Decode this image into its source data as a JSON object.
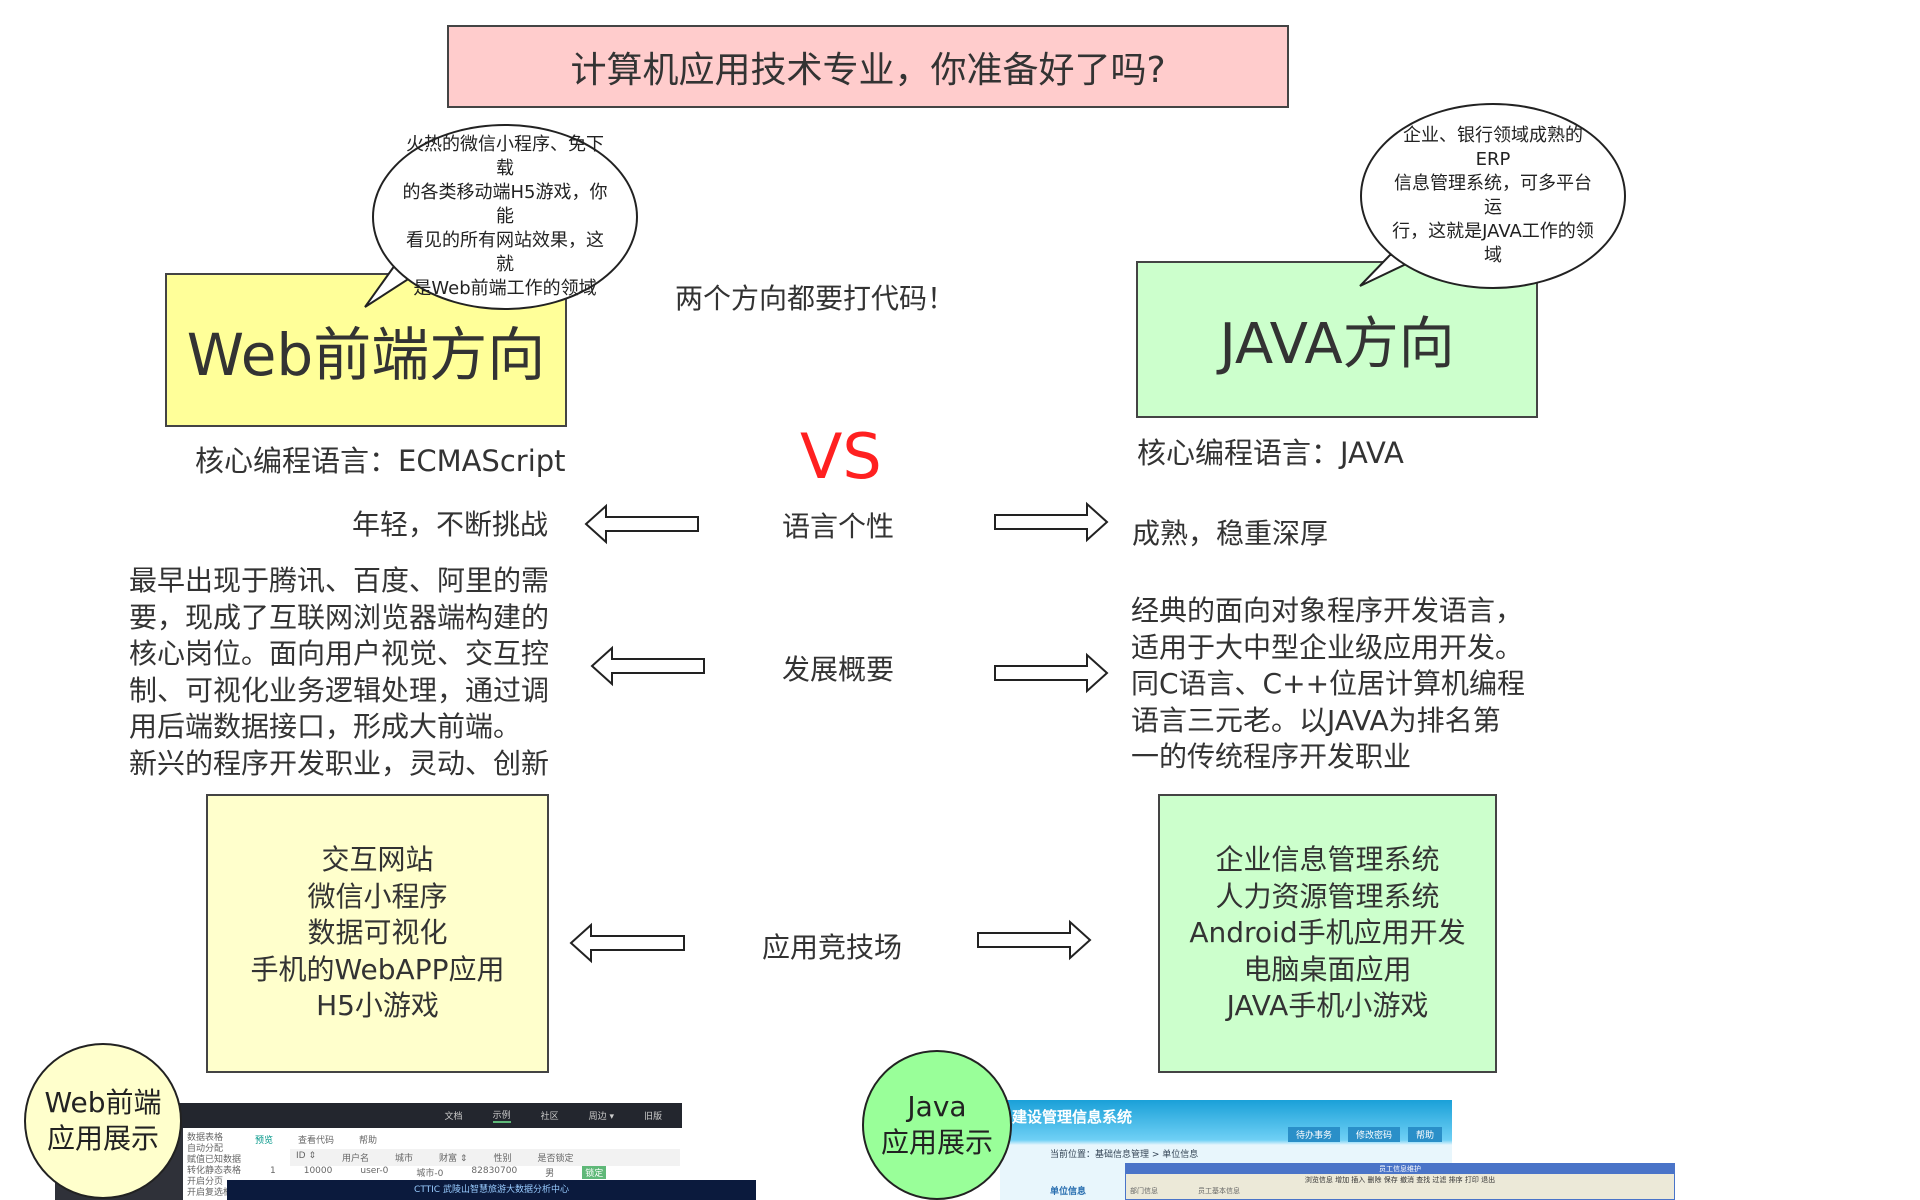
{
  "title": "计算机应用技术专业，你准备好了吗?",
  "web": {
    "bubble": [
      "火热的微信小程序、免下载",
      "的各类移动端H5游戏，你能",
      "看见的所有网站效果，这就",
      "是Web前端工作的领域"
    ],
    "heading": "Web前端方向",
    "core_language": "核心编程语言：ECMAScript",
    "personality": "年轻，不断挑战",
    "overview": [
      "最早出现于腾讯、百度、阿里的需",
      "要，现成了互联网浏览器端构建的",
      "核心岗位。面向用户视觉、交互控",
      "制、可视化业务逻辑处理，通过调",
      "用后端数据接口，形成大前端。",
      "新兴的程序开发职业，灵动、创新"
    ],
    "applications": [
      "交互网站",
      "微信小程序",
      "数据可视化",
      "手机的WebAPP应用",
      "H5小游戏"
    ],
    "showcase": [
      "Web前端",
      "应用展示"
    ],
    "screenshot": {
      "nav": [
        "文档",
        "示例",
        "社区",
        "周边 ▾",
        "旧版"
      ],
      "tabs": [
        "预览",
        "查看代码",
        "帮助"
      ],
      "side": [
        "数据表格",
        "自动分配",
        "赋值已知数据",
        "转化静态表格",
        "开启分页",
        "开启复选框"
      ],
      "headers": [
        "ID ⇕",
        "用户名",
        "城市",
        "财富 ⇕",
        "性别",
        "是否锁定"
      ],
      "row": [
        "1",
        "10000",
        "user-0",
        "城市-0",
        "82830700",
        "男",
        "锁定"
      ],
      "banner": "CTTIC 武陵山智慧旅游大数据分析中心"
    }
  },
  "center": {
    "slogan": "两个方向都要打代码！",
    "vs": "VS",
    "personality_label": "语言个性",
    "overview_label": "发展概要",
    "applications_label": "应用竞技场"
  },
  "java": {
    "bubble": [
      "企业、银行领域成熟的ERP",
      "信息管理系统，可多平台运",
      "行，这就是JAVA工作的领域"
    ],
    "heading": "JAVA方向",
    "core_language": "核心编程语言：JAVA",
    "personality": "成熟，稳重深厚",
    "overview": [
      "经典的面向对象程序开发语言，",
      "适用于大中型企业级应用开发。",
      "同C语言、C++位居计算机编程",
      "语言三元老。以JAVA为排名第",
      "一的传统程序开发职业"
    ],
    "applications": [
      "企业信息管理系统",
      "人力资源管理系统",
      "Android手机应用开发",
      "电脑桌面应用",
      "JAVA手机小游戏"
    ],
    "showcase": [
      "Java",
      "应用展示"
    ],
    "screenshot": {
      "system_title": "建设管理信息系统",
      "buttons": [
        "待办事务",
        "修改密码",
        "帮助"
      ],
      "location": "当前位置：基础信息管理 > 单位信息",
      "section": "单位信息",
      "window_title": "员工信息维护",
      "toolbar": "浏览信息 增加 插入 删除 保存 撤消 查找 过滤 排序 打印 退出",
      "panels": [
        "部门信息",
        "员工基本信息"
      ]
    }
  },
  "colors": {
    "title_bg": "#ffcccc",
    "web_bg": "#ffff99",
    "web_light": "#ffffcc",
    "java_bg": "#ccffcc",
    "java_circle": "#99ff99",
    "accent_red": "#ff2020"
  }
}
